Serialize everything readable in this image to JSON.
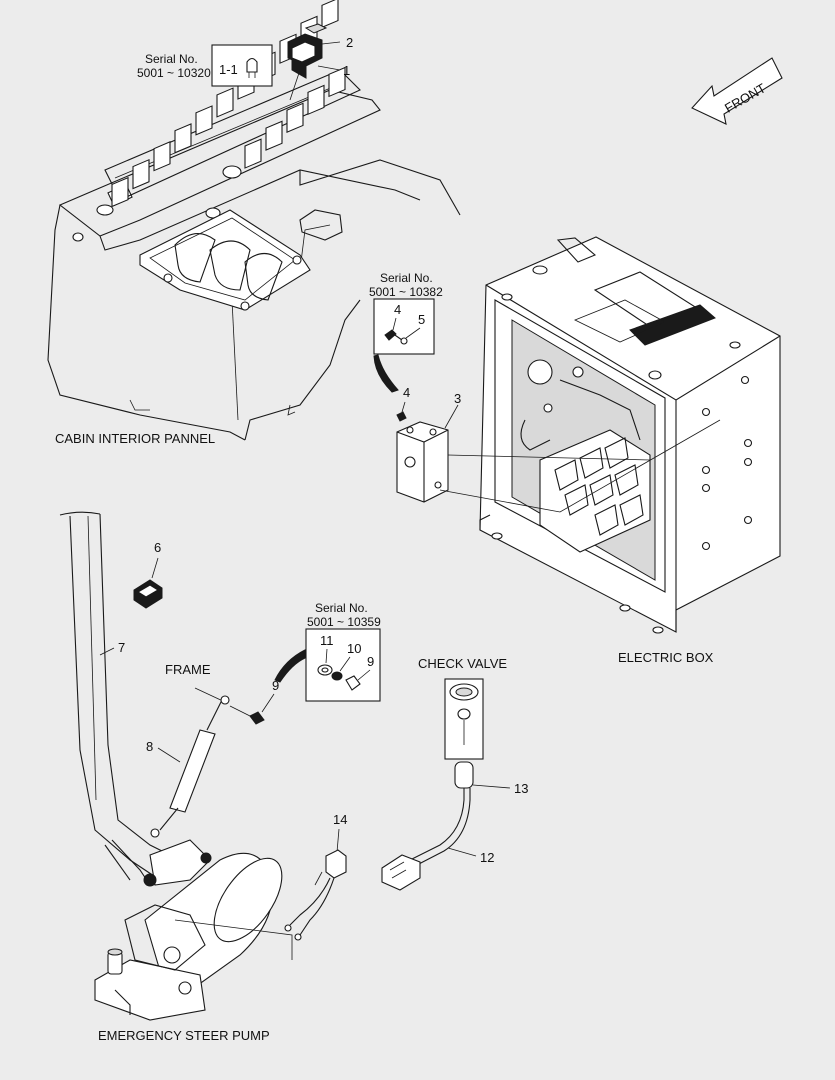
{
  "labels": {
    "cabin": "CABIN INTERIOR PANNEL",
    "electric_box": "ELECTRIC BOX",
    "check_valve": "CHECK VALVE",
    "frame": "FRAME",
    "pump": "EMERGENCY STEER PUMP",
    "front": "FRONT"
  },
  "serials": {
    "s1": {
      "line1": "Serial No.",
      "line2": "5001 ~ 10320"
    },
    "s2": {
      "line1": "Serial No.",
      "line2": "5001 ~ 10382"
    },
    "s3": {
      "line1": "Serial No.",
      "line2": "5001 ~ 10359"
    }
  },
  "callouts": {
    "c1": "1",
    "c1_1": "1-1",
    "c2": "2",
    "c3": "3",
    "c4a": "4",
    "c4b": "4",
    "c5": "5",
    "c6": "6",
    "c7": "7",
    "c8": "8",
    "c9a": "9",
    "c9b": "9",
    "c10": "10",
    "c11": "11",
    "c12": "12",
    "c13": "13",
    "c14": "14"
  }
}
